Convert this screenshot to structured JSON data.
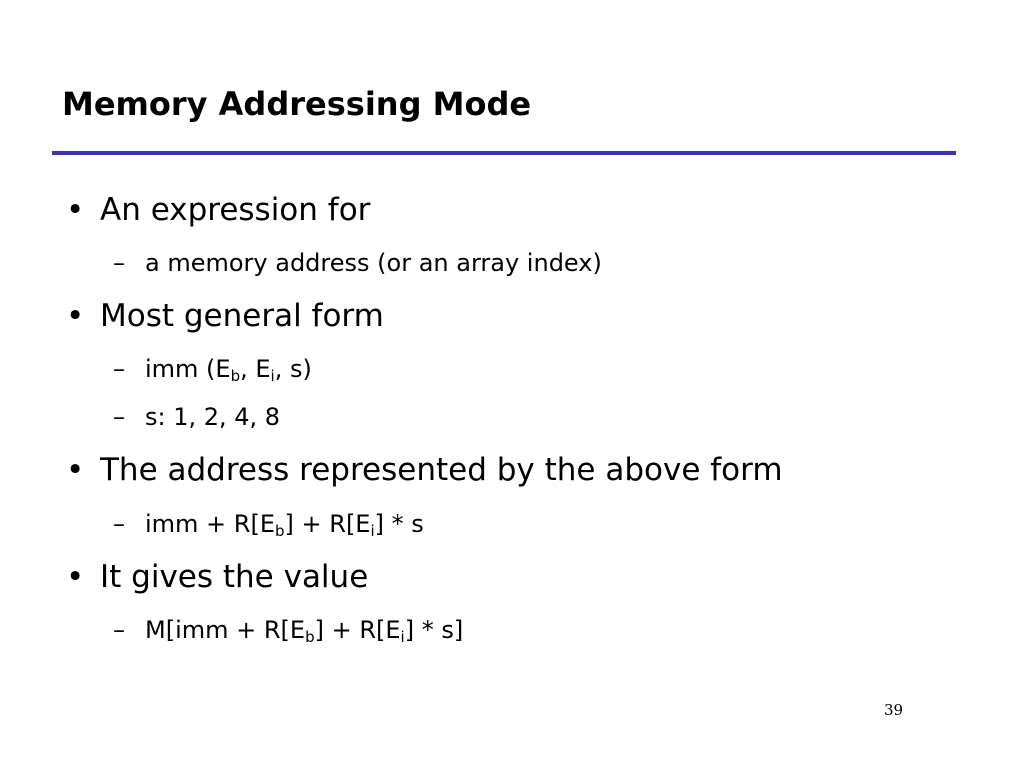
{
  "slide": {
    "title": "Memory Addressing Mode",
    "bullet_glyph": "•",
    "dash_glyph": "–",
    "bullets": [
      {
        "text": "An expression for",
        "subs": [
          {
            "parts": {
              "p1": "a memory address (or an array index)"
            }
          }
        ]
      },
      {
        "text": "Most general form",
        "subs": [
          {
            "parts": {
              "p1": "imm (E",
              "s1": "b",
              "p2": ", E",
              "s2": "i",
              "p3": ", s)"
            }
          },
          {
            "parts": {
              "p1": "s: 1, 2, 4, 8"
            }
          }
        ]
      },
      {
        "text": "The address represented by the above form",
        "subs": [
          {
            "parts": {
              "p1": "imm + R[E",
              "s1": "b",
              "p2": "] + R[E",
              "s2": "i",
              "p3": "] * s"
            }
          }
        ]
      },
      {
        "text": "It gives the value",
        "subs": [
          {
            "parts": {
              "p1": "M[imm + R[E",
              "s1": "b",
              "p2": "] + R[E",
              "s2": "i",
              "p3": "] * s]"
            }
          }
        ]
      }
    ],
    "page_number": "39",
    "rule_color": "#3333cc"
  }
}
